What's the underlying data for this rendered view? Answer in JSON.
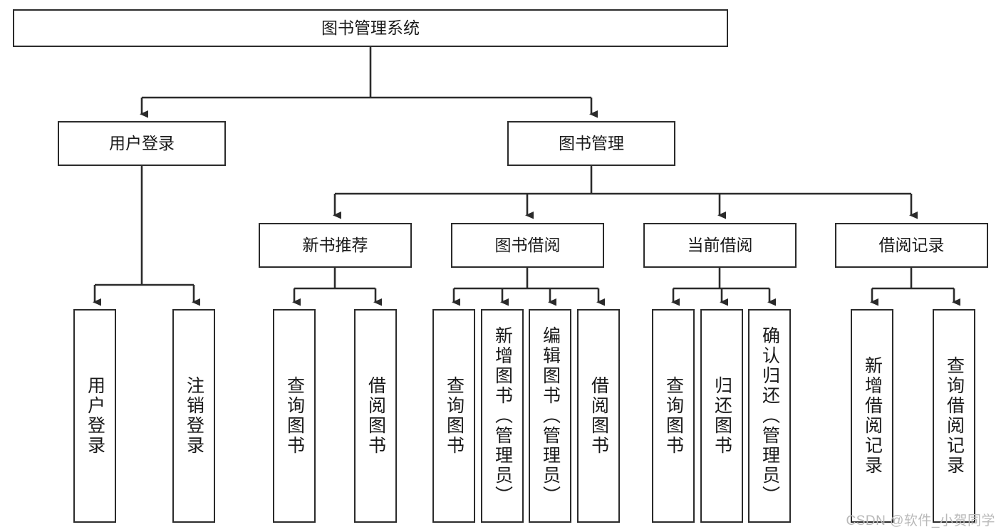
{
  "diagram": {
    "title": "图书管理系统",
    "type": "tree-hierarchy",
    "orientation": "top-down",
    "colors": {
      "background": "#ffffff",
      "node_fill": "#ffffff",
      "node_stroke": "#2b2b2b",
      "connector": "#2b2b2b",
      "text": "#1a1a1a",
      "watermark": "#b9b9b9"
    },
    "watermark": "CSDN @软件_小贺同学"
  },
  "nodes": {
    "root": {
      "label": "图书管理系统"
    },
    "level2": [
      {
        "id": "user-login",
        "label": "用户登录"
      },
      {
        "id": "book-management",
        "label": "图书管理"
      }
    ],
    "level3": [
      {
        "id": "new-book-recommend",
        "label": "新书推荐"
      },
      {
        "id": "book-borrow",
        "label": "图书借阅"
      },
      {
        "id": "current-borrow",
        "label": "当前借阅"
      },
      {
        "id": "borrow-record",
        "label": "借阅记录"
      }
    ],
    "leaves": {
      "user_login": [
        {
          "id": "leaf-user-login",
          "label": "用户登录"
        },
        {
          "id": "leaf-logout",
          "label": "注销登录"
        }
      ],
      "new_book_recommend": [
        {
          "id": "leaf-query-book-1",
          "label": "查询图书"
        },
        {
          "id": "leaf-borrow-book-1",
          "label": "借阅图书"
        }
      ],
      "book_borrow": [
        {
          "id": "leaf-query-book-2",
          "label": "查询图书"
        },
        {
          "id": "leaf-add-book",
          "label": "新增图书（管理员）"
        },
        {
          "id": "leaf-edit-book",
          "label": "编辑图书（管理员）"
        },
        {
          "id": "leaf-borrow-book-2",
          "label": "借阅图书"
        }
      ],
      "current_borrow": [
        {
          "id": "leaf-query-book-3",
          "label": "查询图书"
        },
        {
          "id": "leaf-return-book",
          "label": "归还图书"
        },
        {
          "id": "leaf-confirm-return",
          "label": "确认归还（管理员）"
        }
      ],
      "borrow_record": [
        {
          "id": "leaf-add-record",
          "label": "新增借阅记录"
        },
        {
          "id": "leaf-query-record",
          "label": "查询借阅记录"
        }
      ]
    }
  }
}
